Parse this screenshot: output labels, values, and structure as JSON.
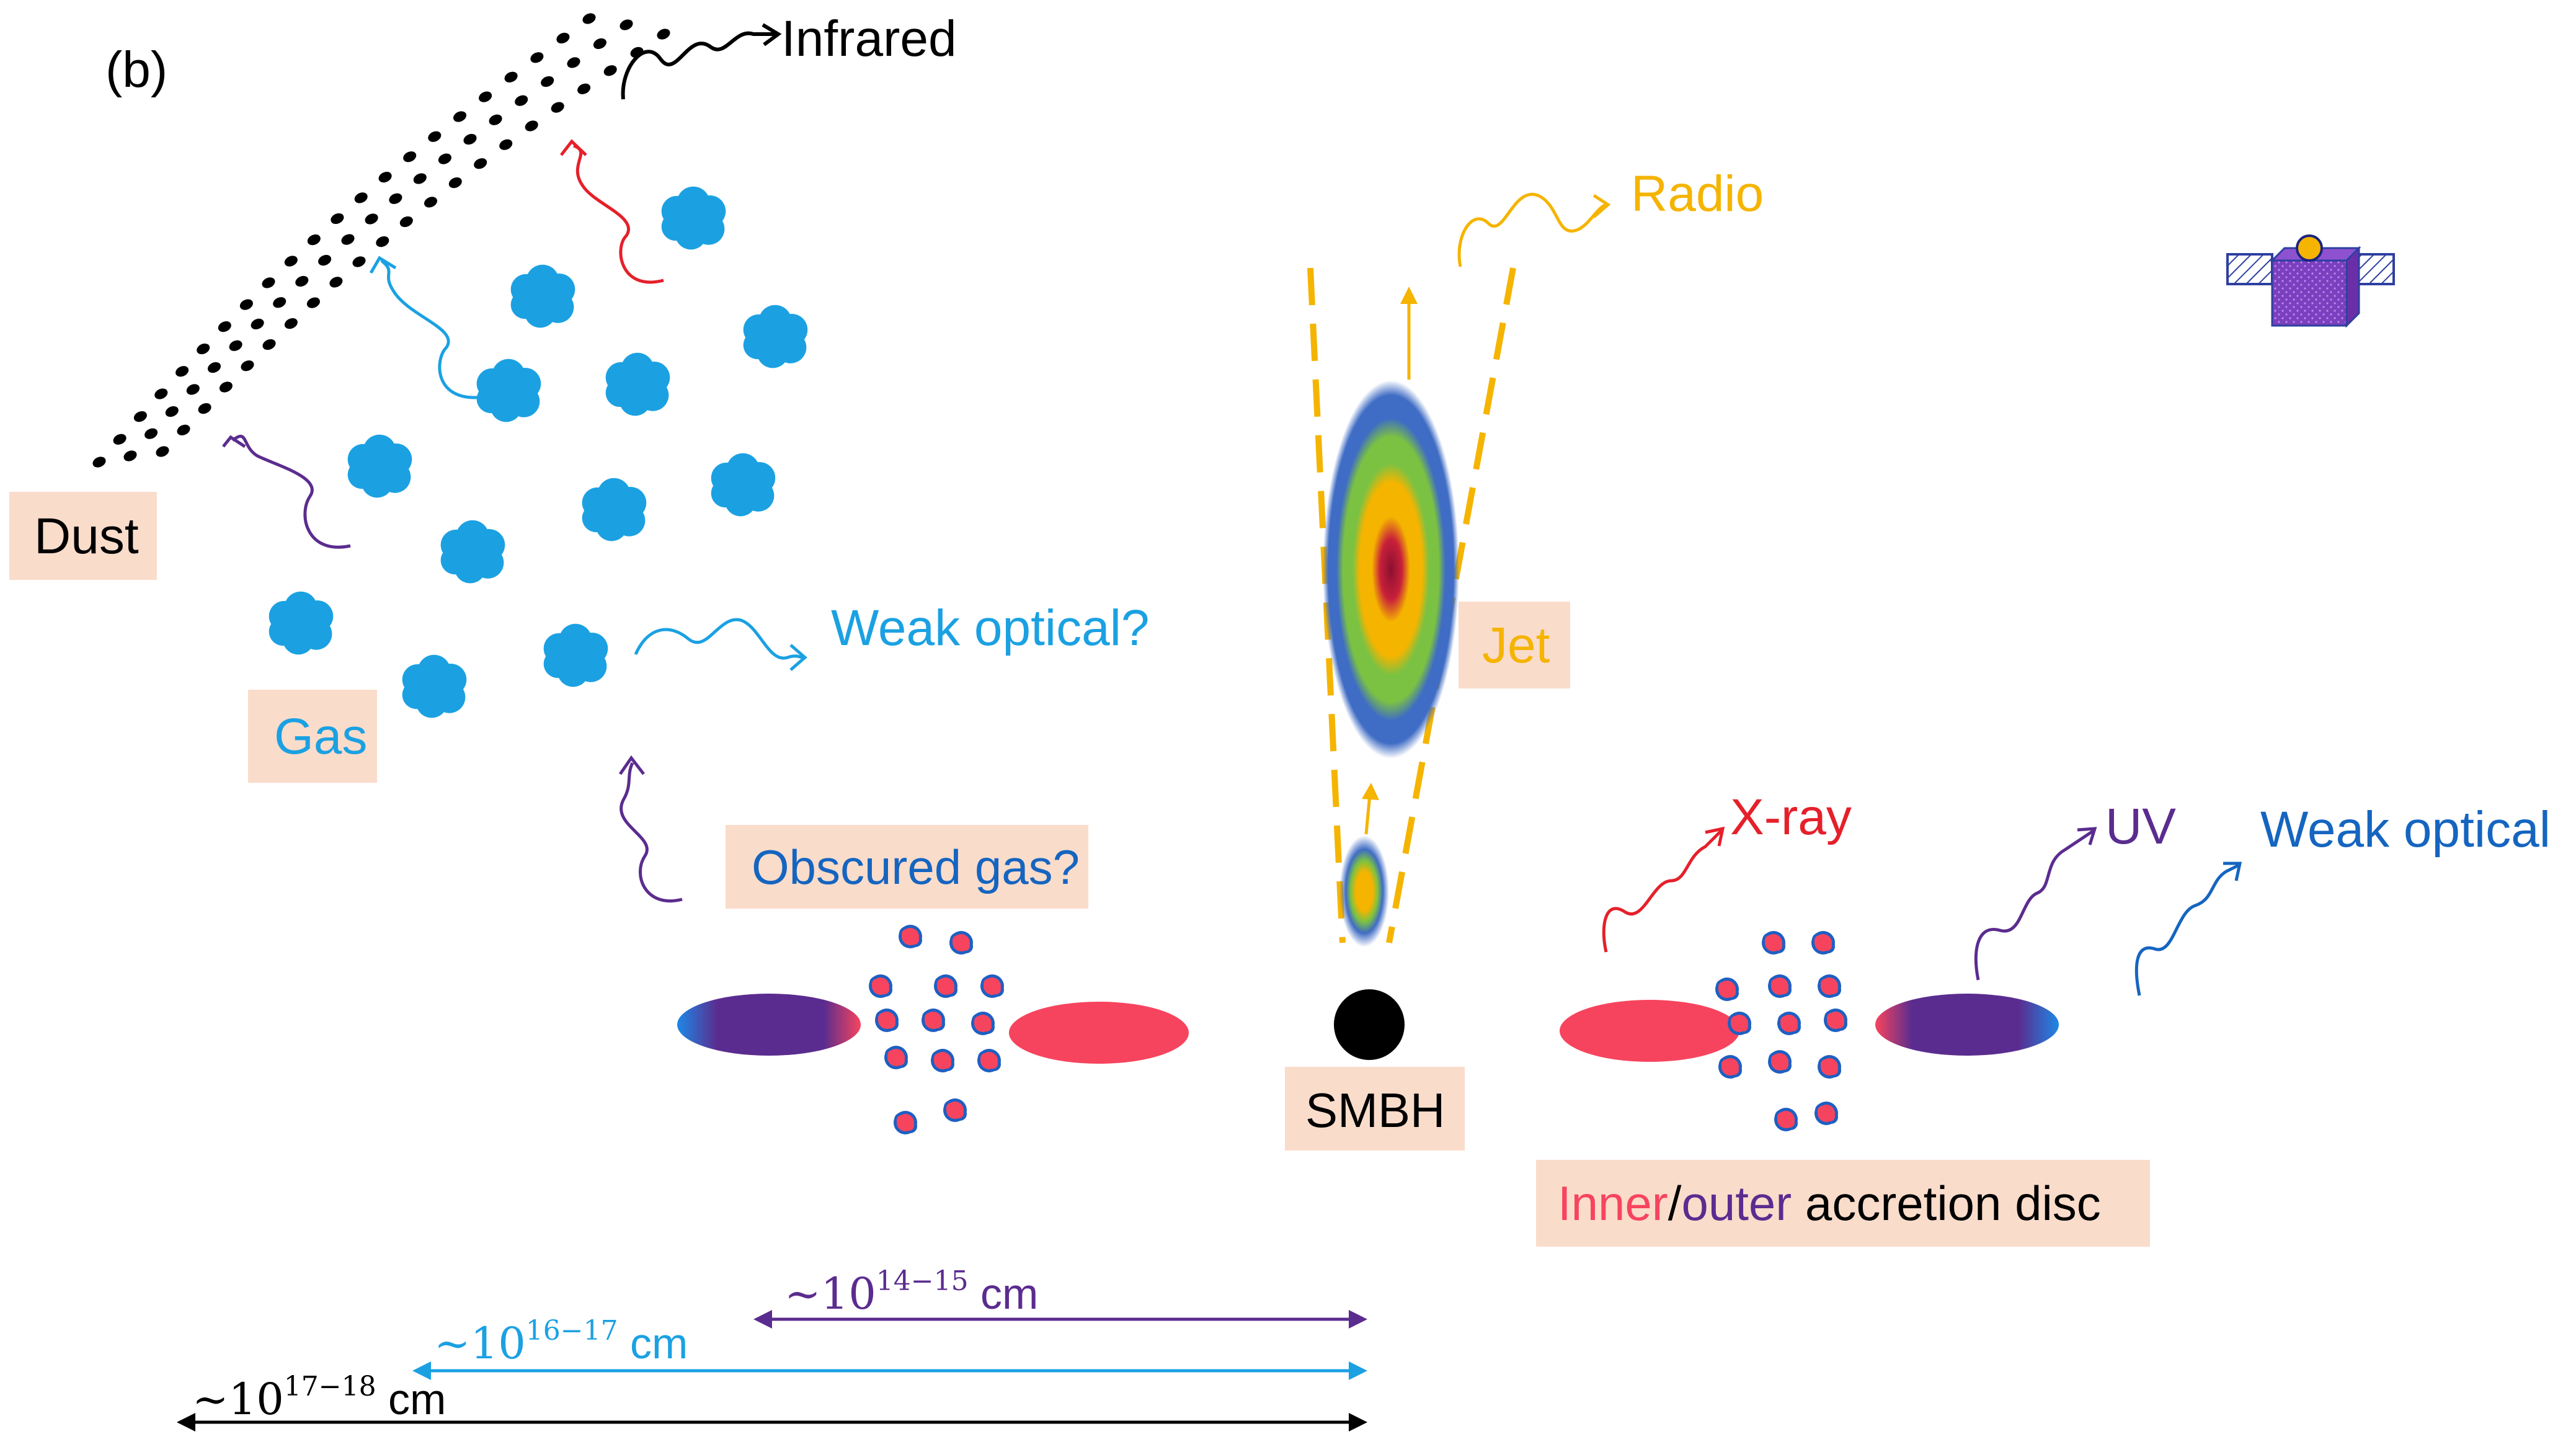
{
  "panel_label": "(b)",
  "labels": {
    "dust": "Dust",
    "gas": "Gas",
    "obscured_gas": "Obscured gas?",
    "jet": "Jet",
    "smbh": "SMBH",
    "disc_inner": "Inner",
    "disc_sep": "/",
    "disc_outer": "outer",
    "disc_rest": " accretion disc"
  },
  "emissions": {
    "infrared": "Infrared",
    "radio": "Radio",
    "weak_optical_q": "Weak optical?",
    "xray": "X-ray",
    "uv": "UV",
    "weak_optical": "Weak optical"
  },
  "scales": [
    {
      "prefix": "~10",
      "exp": "14−15",
      "unit": " cm",
      "color": "#5B2C8F"
    },
    {
      "prefix": "~10",
      "exp": "16−17",
      "unit": " cm",
      "color": "#1BA1E2"
    },
    {
      "prefix": "~10",
      "exp": "17−18",
      "unit": " cm",
      "color": "#000000"
    }
  ],
  "colors": {
    "label_bg": "#FADCCB",
    "gas_blue": "#1BA1E2",
    "dark_blue": "#1565C0",
    "purple": "#5B2C8F",
    "red": "#E5202A",
    "pink": "#F7445E",
    "orange": "#F5B400",
    "black": "#000000"
  },
  "icons": [
    "satellite-icon",
    "black-hole-icon",
    "dust-cloud-icon",
    "gas-cloud-icon"
  ]
}
